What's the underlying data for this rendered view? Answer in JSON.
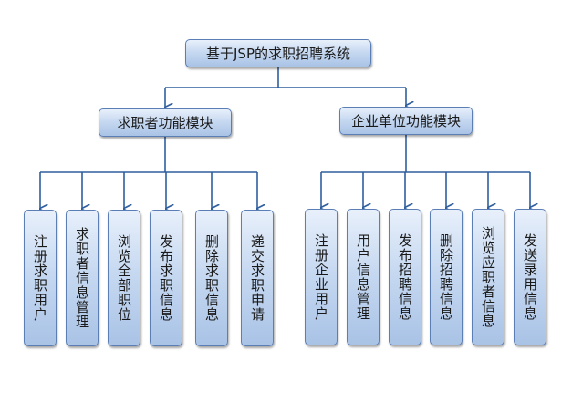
{
  "root": {
    "label": "基于JSP的求职招聘系统"
  },
  "modules": [
    {
      "label": "求职者功能模块",
      "children": [
        "注册求职用户",
        "求职者信息管理",
        "浏览全部职位",
        "发布求职信息",
        "删除求职信息",
        "递交求职申请"
      ]
    },
    {
      "label": "企业单位功能模块",
      "children": [
        "注册企业用户",
        "用户信息管理",
        "发布招聘信息",
        "删除招聘信息",
        "浏览应职者信息",
        "发送录用信息"
      ]
    }
  ],
  "colors": {
    "line": "#2f5f9e",
    "box_border": "#5b7fb5",
    "box_fill_top": "#e8f0fb",
    "box_fill_bottom": "#a9c3e6"
  }
}
